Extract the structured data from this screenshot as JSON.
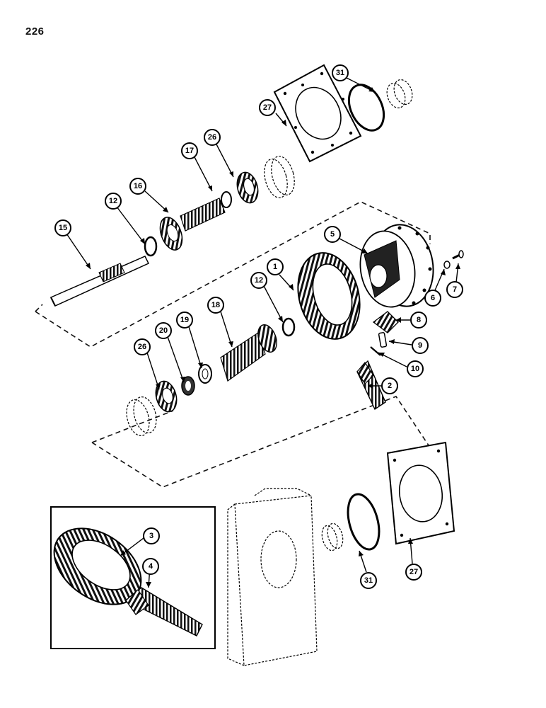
{
  "page": {
    "number": "226"
  },
  "callouts": [
    {
      "id": "c31a",
      "label": "31"
    },
    {
      "id": "c27a",
      "label": "27"
    },
    {
      "id": "c26a",
      "label": "26"
    },
    {
      "id": "c17",
      "label": "17"
    },
    {
      "id": "c16",
      "label": "16"
    },
    {
      "id": "c12a",
      "label": "12"
    },
    {
      "id": "c15",
      "label": "15"
    },
    {
      "id": "c5",
      "label": "5"
    },
    {
      "id": "c1",
      "label": "1"
    },
    {
      "id": "c12b",
      "label": "12"
    },
    {
      "id": "c18",
      "label": "18"
    },
    {
      "id": "c19",
      "label": "19"
    },
    {
      "id": "c20",
      "label": "20"
    },
    {
      "id": "c26b",
      "label": "26"
    },
    {
      "id": "c6",
      "label": "6"
    },
    {
      "id": "c7",
      "label": "7"
    },
    {
      "id": "c8",
      "label": "8"
    },
    {
      "id": "c9",
      "label": "9"
    },
    {
      "id": "c10",
      "label": "10"
    },
    {
      "id": "c2",
      "label": "2"
    },
    {
      "id": "c3",
      "label": "3"
    },
    {
      "id": "c4",
      "label": "4"
    },
    {
      "id": "c31b",
      "label": "31"
    },
    {
      "id": "c27b",
      "label": "27"
    }
  ]
}
